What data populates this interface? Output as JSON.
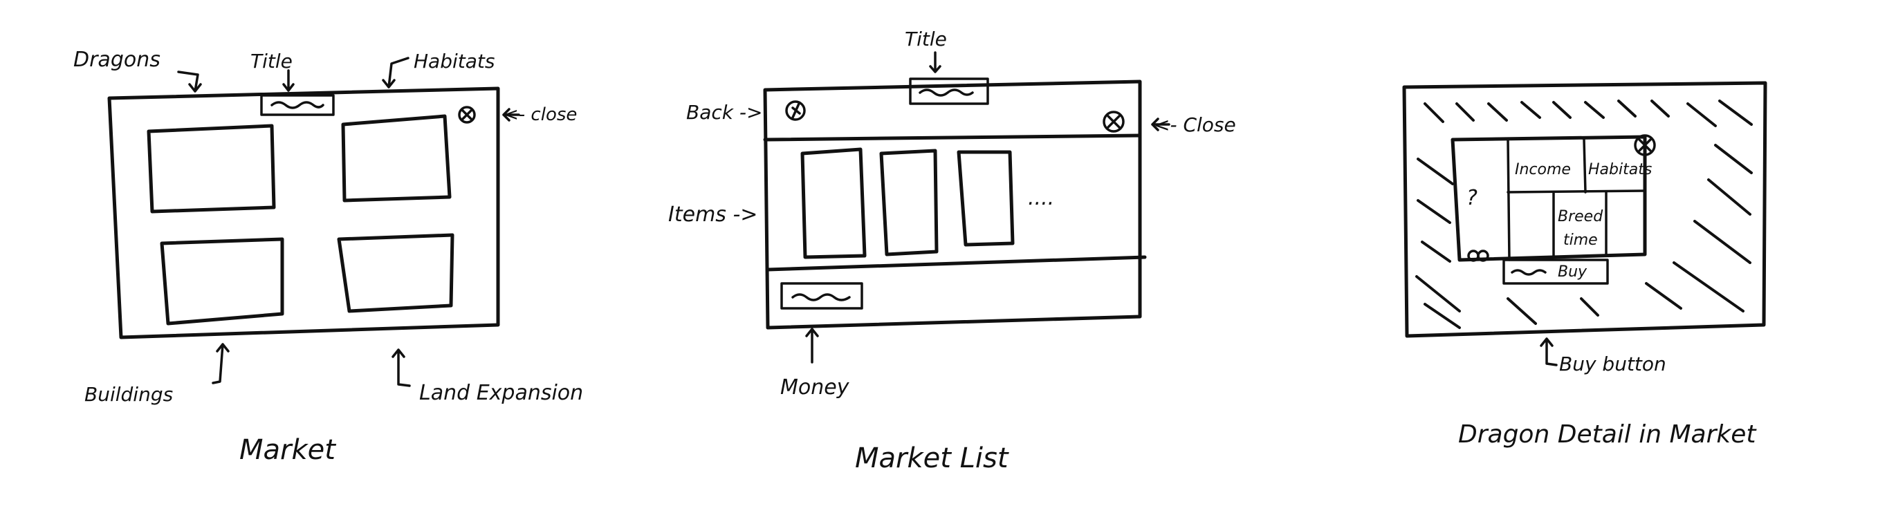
{
  "panels": {
    "market": {
      "caption": "Market",
      "labels": {
        "dragons": "Dragons",
        "title": "Title",
        "habitats": "Habitats",
        "close": "<- close",
        "buildings": "Buildings",
        "land_expansion": "Land Expansion"
      }
    },
    "market_list": {
      "caption": "Market List",
      "labels": {
        "title": "Title",
        "back": "Back ->",
        "close": "<- Close",
        "items": "Items ->",
        "money": "Money",
        "ellipsis": "...."
      }
    },
    "dragon_detail": {
      "caption": "Dragon Detail in Market",
      "labels": {
        "income": "Income",
        "habitats": "Habitats",
        "breed_time": [
          "Breed",
          "time"
        ],
        "question": "?",
        "buy_button_text": "Buy",
        "buy_button_callout": "Buy button"
      }
    }
  }
}
